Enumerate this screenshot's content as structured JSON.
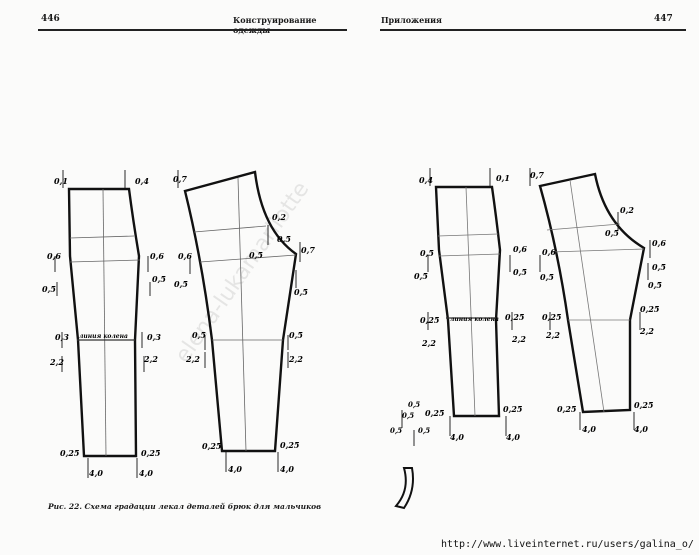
{
  "left_page": {
    "page_number": "446",
    "running_head": "Конструирование одежды",
    "caption": "Рис. 22. Схема градации лекал деталей брюк для мальчиков",
    "labels": {
      "front_top_left": "0,1",
      "front_top_right": "0,4",
      "back_top_left": "0,7",
      "back_seat_right": "0,2",
      "back_seat_inner": "0,5",
      "back_crotch_right": "0,7",
      "front_hip_left": "0,6",
      "front_hip_left_b": "0,5",
      "front_hip_right": "0,6",
      "front_hip_right_b": "0,5",
      "back_hip_left": "0,6",
      "back_hip_left_b": "0,5",
      "back_hip_inner": "0,5",
      "back_hip_right": "0,5",
      "front_knee_left": "0,3",
      "front_knee_right": "0,3",
      "front_knee_left_b": "2,2",
      "front_knee_right_b": "2,2",
      "knee_text": "линия колена",
      "back_knee_left": "0,5",
      "back_knee_right": "0,5",
      "back_knee_left_b": "2,2",
      "back_knee_right_b": "2,2",
      "front_hem_left": "0,25",
      "front_hem_right": "0,25",
      "front_hem_left_b": "4,0",
      "front_hem_right_b": "4,0",
      "back_hem_left": "0,25",
      "back_hem_right": "0,25",
      "back_hem_left_b": "4,0",
      "back_hem_right_b": "4,0"
    }
  },
  "right_page": {
    "page_number": "447",
    "running_head": "Приложения",
    "labels": {
      "front_top_left": "0,4",
      "front_top_right": "0,1",
      "back_top_left": "0,7",
      "back_seat_right": "0,2",
      "back_seat_inner": "0,5",
      "back_crotch_right": "0,6",
      "back_crotch_right_b": "0,5",
      "front_hip_left": "0,5",
      "front_hip_left_b": "0,5",
      "front_hip_right": "0,6",
      "front_hip_right_b": "0,5",
      "back_hip_left": "0,6",
      "back_hip_left_b": "0,5",
      "back_hip_right": "0,5",
      "front_knee_left": "0,25",
      "front_knee_right": "0,25",
      "front_knee_left_b": "2,2",
      "front_knee_right_b": "2,2",
      "knee_text": "линия колена",
      "back_knee_left": "0,25",
      "back_knee_right": "0,25",
      "back_knee_left_b": "2,2",
      "back_knee_right_b": "2,2",
      "front_hem_left": "0,25",
      "front_hem_right": "0,25",
      "front_hem_left_b": "4,0",
      "front_hem_right_b": "4,0",
      "back_hem_left": "0,25",
      "back_hem_right": "0,25",
      "back_hem_left_b": "4,0",
      "back_hem_right_b": "4,0",
      "waistband_a": "0,5",
      "waistband_b": "0,5",
      "waistband_c": "0,5",
      "waistband_d": "0,5"
    }
  },
  "source_url": "http://www.liveinternet.ru/users/galina_o/"
}
